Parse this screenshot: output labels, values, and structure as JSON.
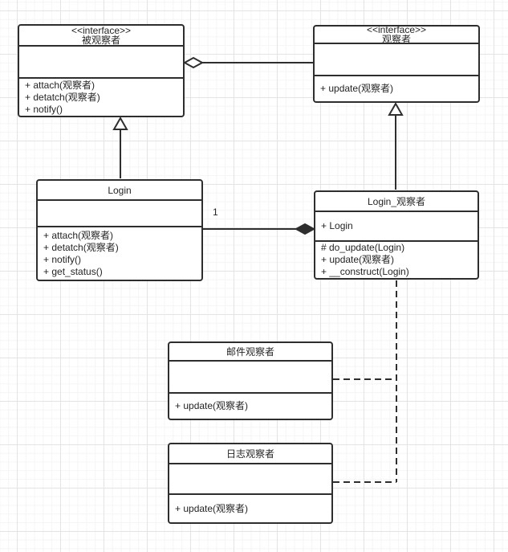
{
  "canvas": {
    "background_color": "#ffffff",
    "grid_minor_color": "#f5f5f5",
    "grid_major_color": "#e4e4e4",
    "stroke_color": "#2e2e2e"
  },
  "classes": {
    "subject_interface": {
      "stereotype": "<<interface>>",
      "name": "被观察者",
      "attributes": [],
      "methods": [
        "+ attach(观察者)",
        "+ detatch(观察者)",
        "+ notify()"
      ]
    },
    "observer_interface": {
      "stereotype": "<<interface>>",
      "name": "观察者",
      "attributes": [],
      "methods": [
        "+ update(观察者)"
      ]
    },
    "login": {
      "name": "Login",
      "attributes": [],
      "methods": [
        "+ attach(观察者)",
        "+ detatch(观察者)",
        "+ notify()",
        "+ get_status()"
      ]
    },
    "login_observer": {
      "name": "Login_观察者",
      "attributes": [
        "+ Login"
      ],
      "methods": [
        "# do_update(Login)",
        "+ update(观察者)",
        "+ __construct(Login)"
      ]
    },
    "email_observer": {
      "name": "邮件观察者",
      "attributes": [],
      "methods": [
        "+ update(观察者)"
      ]
    },
    "log_observer": {
      "name": "日志观察者",
      "attributes": [],
      "methods": [
        "+ update(观察者)"
      ]
    }
  },
  "edges": {
    "aggregation": {
      "type": "aggregation",
      "from": "被观察者",
      "to": "观察者"
    },
    "login_generalization": {
      "type": "generalization",
      "from": "Login",
      "to": "被观察者"
    },
    "login_observer_generalization": {
      "type": "generalization",
      "from": "Login_观察者",
      "to": "观察者"
    },
    "composition": {
      "type": "composition",
      "from": "Login",
      "to": "Login_观察者",
      "multiplicity": "1"
    },
    "email_dependency": {
      "type": "dashed",
      "from": "邮件观察者",
      "to": "Login_观察者"
    },
    "log_dependency": {
      "type": "dashed",
      "from": "日志观察者",
      "to": "Login_观察者"
    }
  }
}
